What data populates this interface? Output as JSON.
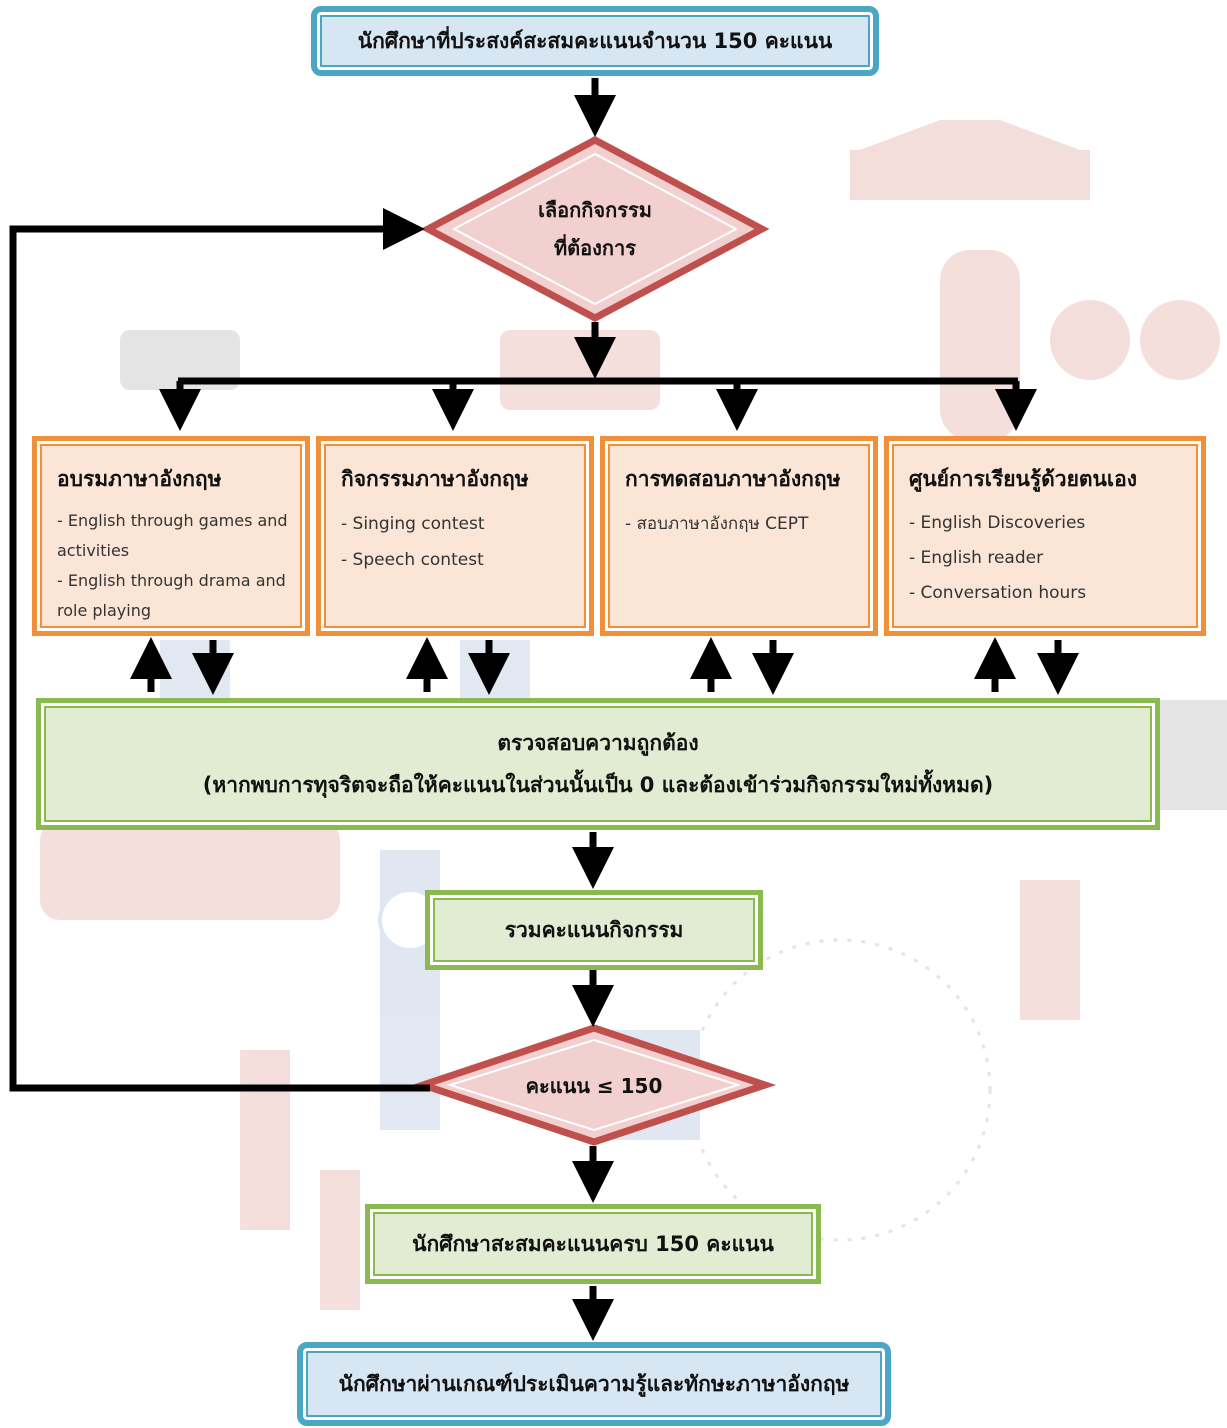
{
  "start": "นักศึกษาที่ประสงค์สะสมคะแนนจำนวน 150 คะแนน",
  "decision_select": {
    "line1": "เลือกกิจกรรม",
    "line2": "ที่ต้องการ"
  },
  "activities": [
    {
      "title": "อบรมภาษาอังกฤษ",
      "items": [
        "- English through games and",
        "activities",
        "- English through drama and",
        "role playing"
      ]
    },
    {
      "title": "กิจกรรมภาษาอังกฤษ",
      "items": [
        "- Singing contest",
        "- Speech contest"
      ]
    },
    {
      "title": "การทดสอบภาษาอังกฤษ",
      "items": [
        "- สอบภาษาอังกฤษ CEPT"
      ]
    },
    {
      "title": "ศูนย์การเรียนรู้ด้วยตนเอง",
      "items": [
        "- English Discoveries",
        "- English reader",
        "- Conversation hours"
      ]
    }
  ],
  "verify": {
    "line1": "ตรวจสอบความถูกต้อง",
    "line2": "(หากพบการทุจริตจะถือให้คะแนนในส่วนนั้นเป็น 0 และต้องเข้าร่วมกิจกรรมใหม่ทั้งหมด)"
  },
  "sum_scores": "รวมคะแนนกิจกรรม",
  "decision_score": "คะแนน ≤ 150",
  "accumulated": "นักศึกษาสะสมคะแนนครบ 150 คะแนน",
  "end": "นักศึกษาผ่านเกณฑ์ประเมินความรู้และทักษะภาษาอังกฤษ",
  "colors": {
    "blue_border": "#4aa6c4",
    "blue_fill": "#d7e6f3",
    "diamond_border": "#c0504d",
    "diamond_fill": "#f2d0cf",
    "orange_border": "#f0913a",
    "orange_fill": "#fbe5d6",
    "green_border": "#8ab94f",
    "green_fill": "#e2ecd3",
    "arrow": "#000000"
  }
}
